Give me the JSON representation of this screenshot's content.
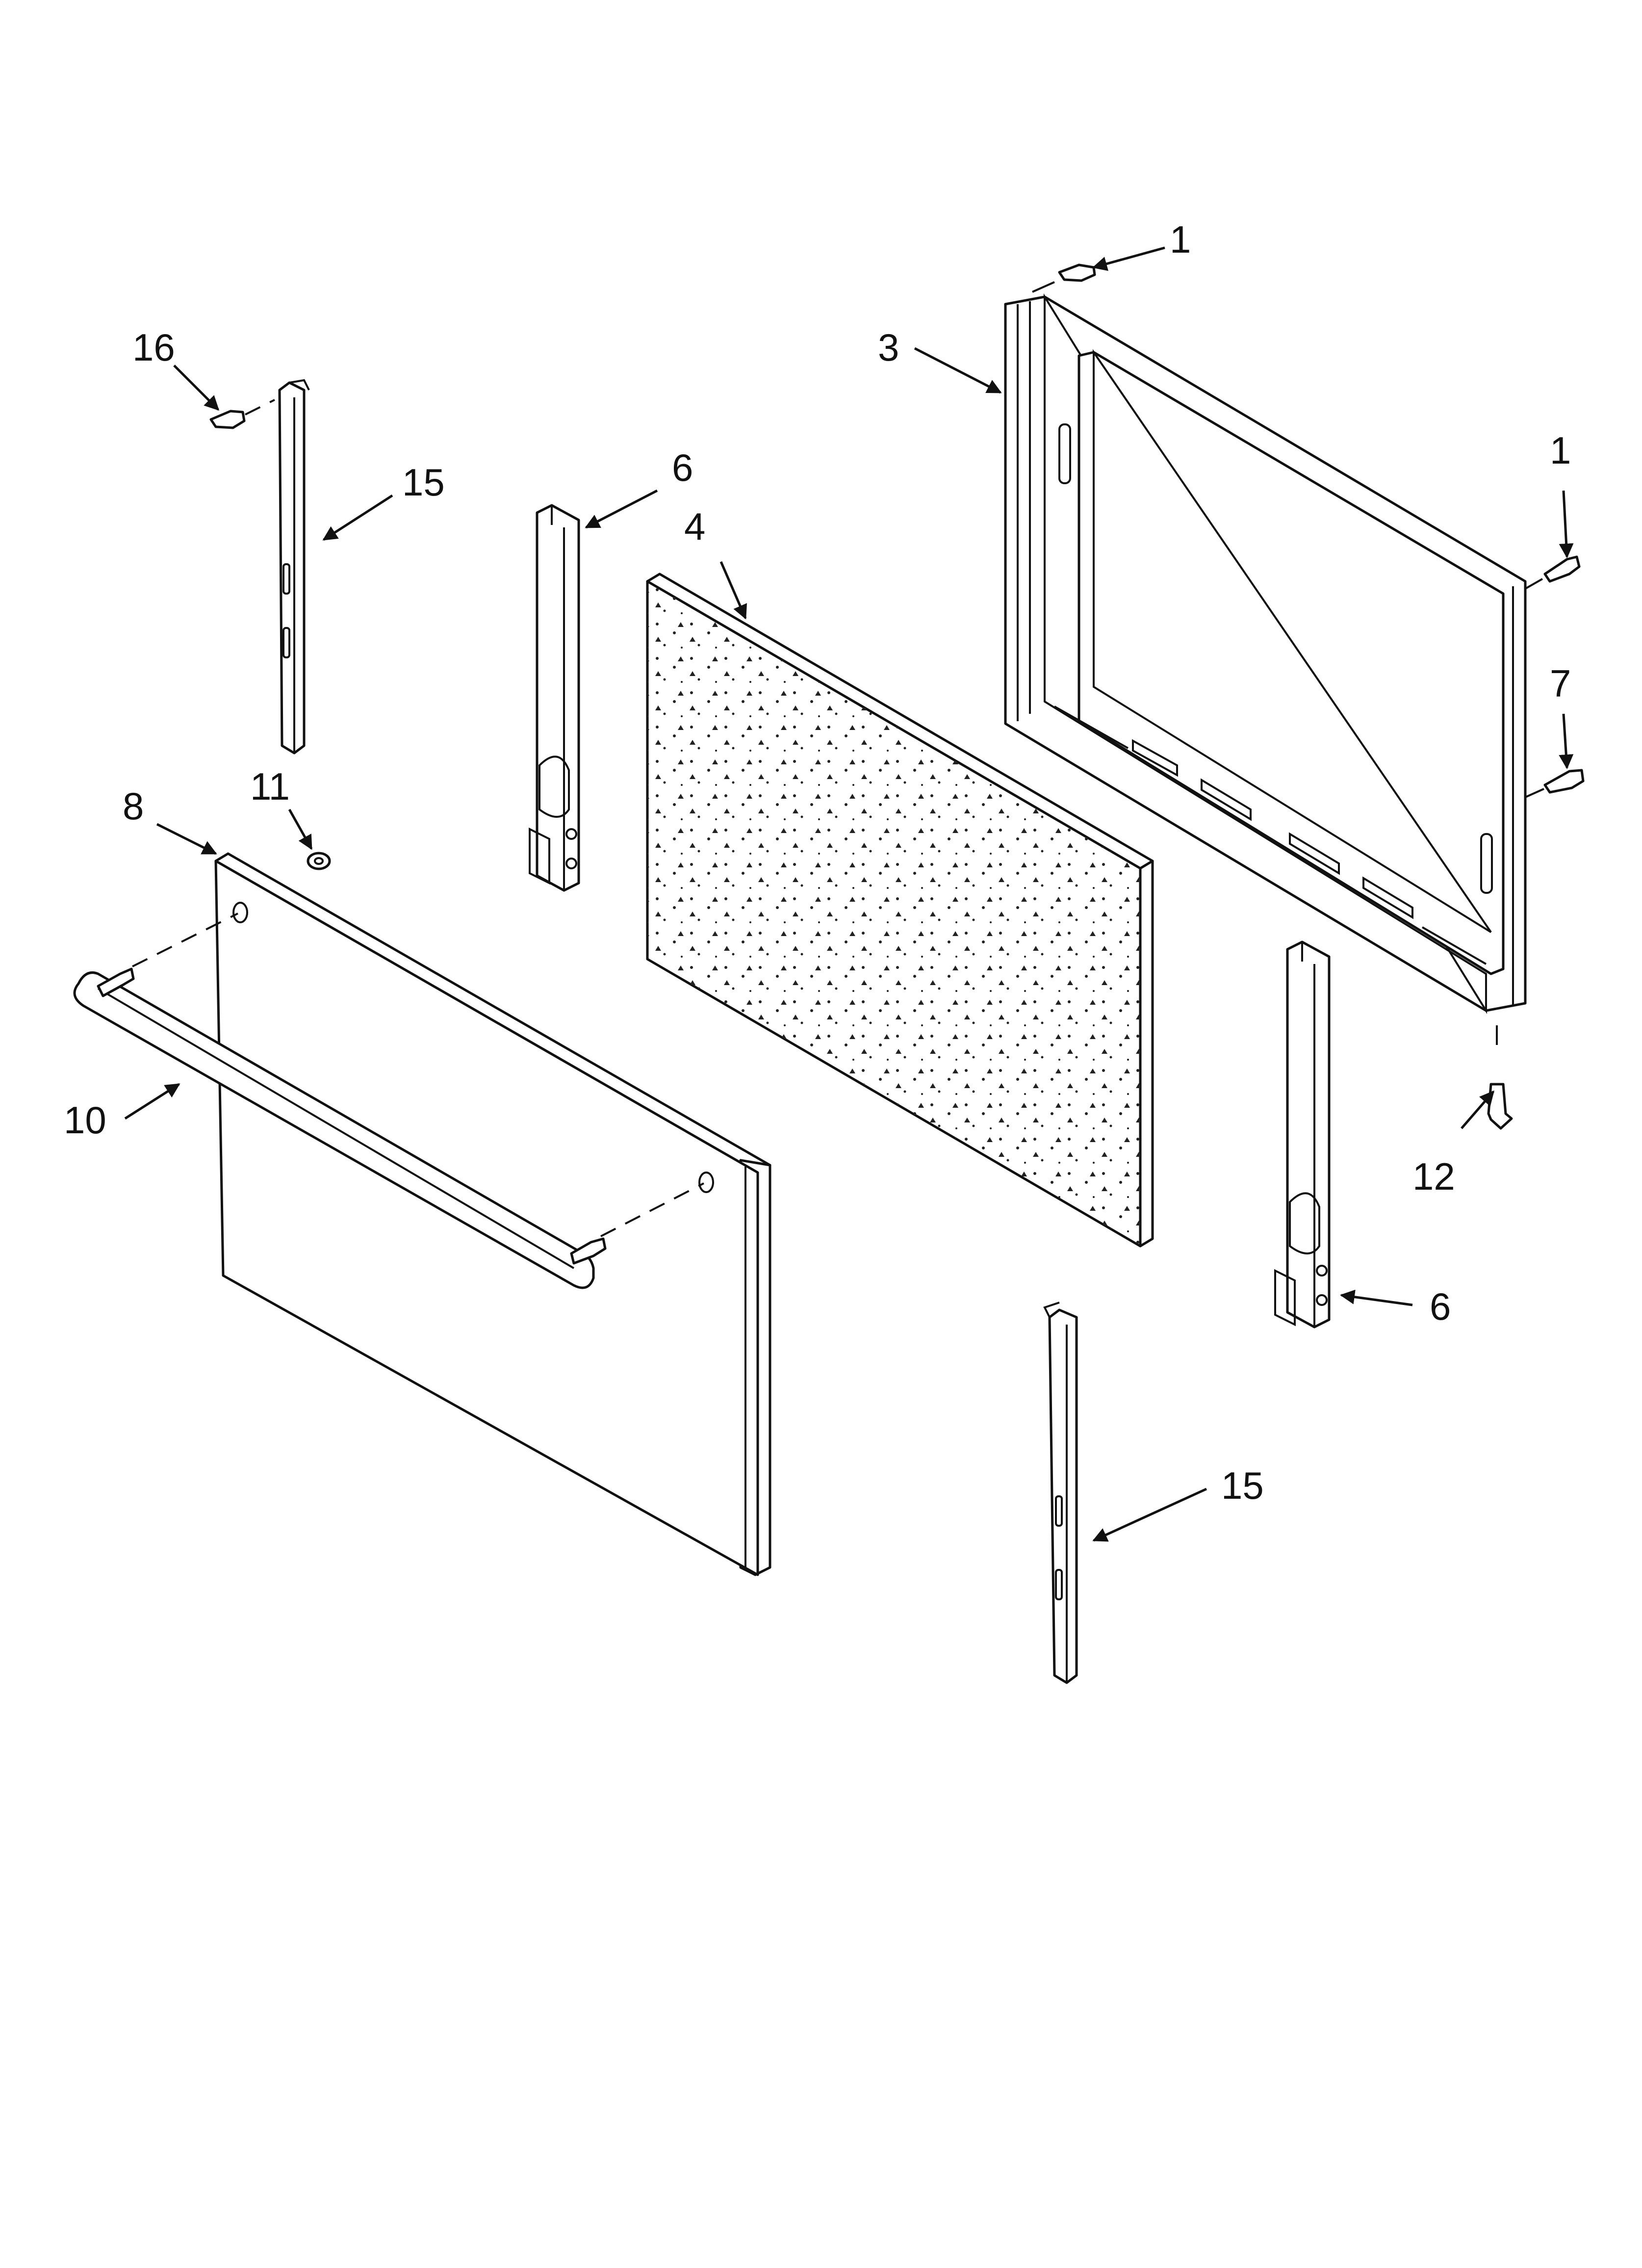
{
  "callouts": {
    "c1_top": "1",
    "c1_right": "1",
    "c3": "3",
    "c4": "4",
    "c6_left": "6",
    "c6_right": "6",
    "c7": "7",
    "c8": "8",
    "c10": "10",
    "c11": "11",
    "c12": "12",
    "c15_left": "15",
    "c15_right": "15",
    "c16": "16"
  },
  "colors": {
    "line": "#111111",
    "background": "#ffffff"
  }
}
